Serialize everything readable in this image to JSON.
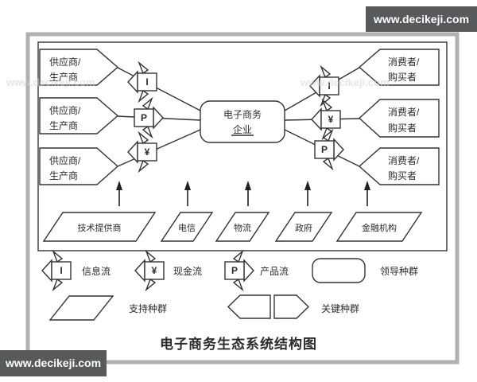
{
  "title": "电子商务生态系统结构图",
  "watermark": {
    "text": "www.decikeji.com"
  },
  "ecosystem": {
    "center": {
      "line1": "电子商务",
      "line2": "企业"
    },
    "suppliers": [
      {
        "line1": "供应商/",
        "line2": "生产商"
      },
      {
        "line1": "供应商/",
        "line2": "生产商"
      },
      {
        "line1": "供应商/",
        "line2": "生产商"
      }
    ],
    "consumers": [
      {
        "line1": "消费者/",
        "line2": "购买者"
      },
      {
        "line1": "消费者/",
        "line2": "购买者"
      },
      {
        "line1": "消费者/",
        "line2": "购买者"
      }
    ],
    "left_flows": [
      {
        "symbol": "I"
      },
      {
        "symbol": "P"
      },
      {
        "symbol": "¥"
      }
    ],
    "right_flows": [
      {
        "symbol": "I"
      },
      {
        "symbol": "¥"
      },
      {
        "symbol": "P"
      }
    ],
    "infrastructure": [
      {
        "label": "技术提供商"
      },
      {
        "label": "电信"
      },
      {
        "label": "物流"
      },
      {
        "label": "政府"
      },
      {
        "label": "金融机构"
      }
    ]
  },
  "legend": {
    "information_flow": {
      "symbol": "I",
      "label": "信息流"
    },
    "cash_flow": {
      "symbol": "¥",
      "label": "现金流"
    },
    "product_flow": {
      "symbol": "P",
      "label": "产品流"
    },
    "leading_population": {
      "label": "领导种群"
    },
    "support_population": {
      "label": "支持种群"
    },
    "key_population": {
      "label": "关键种群"
    }
  },
  "colors": {
    "stroke": "#333333",
    "frame": "#b0b0b0",
    "watermark_bg": "#58595b",
    "watermark_text": "#ffffff"
  }
}
